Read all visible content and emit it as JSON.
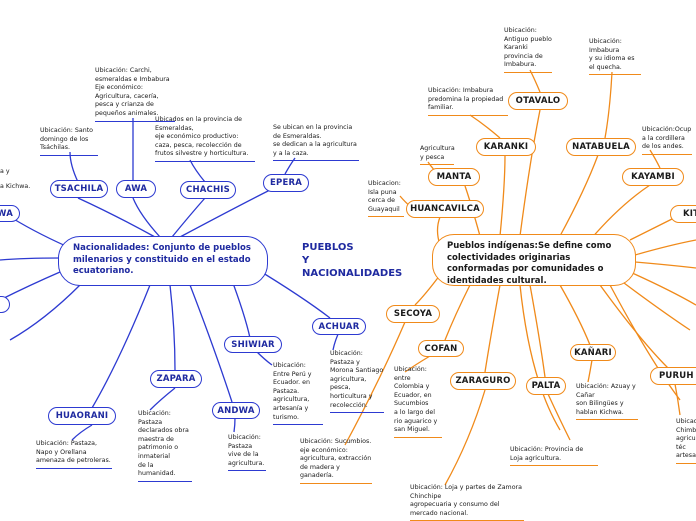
{
  "center": {
    "title": "PUEBLOS\nY\nNACIONALIDADES"
  },
  "nacionalidades": {
    "label": "Nacionalidades: Conjunto de pueblos milenarios y constituido en el estado ecuatoriano.",
    "nodes": {
      "tsachila": "TSACHILA",
      "awa": "AWA",
      "chachis": "CHACHIS",
      "epera": "EPERA",
      "achuar": "ACHUAR",
      "shiwiar": "SHIWIAR",
      "zapara": "ZAPARA",
      "andwa": "ANDWA",
      "huaorani": "HUAORANI",
      "kichwa_partial": "HWA"
    },
    "notes": {
      "tsachila": "Ubicación: Santo domingo de los Tsáchilas.",
      "awa": "Ubicación: Carchi, esmeraldas e Imbabura\nEje económico: Agricultura, cacería, pesca y crianza de pequeños animales.",
      "chachis": "Ubicados en la provincia de Esmeraldas,\neje económico productivo: caza, pesca, recolección de frutos silvestre y horticultura.",
      "epera": "Se ubican en la provincia de Esmeraldas.\nse dedican a la agricultura y a la caza.",
      "achuar": "Ubicación: Pastaza y Morona Santiago\nagricultura, pesca, horticultura y recolección.",
      "shiwiar": "Ubicación: Entre Perú y Ecuador. en Pastaza.\nagricultura, artesanía y turismo.",
      "zapara": "Ubicación: Pastaza declarados obra maestra de patrimonio o inmaterial\nde la humanidad.",
      "andwa": "Ubicación: Pastaza\nvive de la agricultura.",
      "huaorani": "Ubicación: Pastaza, Napo y Orellana\namenaza de petroleras.",
      "kichwa_partial_1": "a y",
      "kichwa_partial_2": "a Kichwa."
    }
  },
  "pueblos": {
    "label": "Pueblos indígenas:Se define como colectividades originarias conformadas por comunidades o identidades cultural.",
    "nodes": {
      "otavalo": "OTAVALO",
      "karanki": "KARANKI",
      "natabuela": "NATABUELA",
      "manta": "MANTA",
      "kayambi": "KAYAMBI",
      "huancavilca": "HUANCAVILCA",
      "kitu_partial": "KIT",
      "secoya": "SECOYA",
      "cofan": "COFAN",
      "zaraguro": "ZARAGURO",
      "palta": "PALTA",
      "kanari": "KAÑARI",
      "puruha_partial": "PURUH"
    },
    "notes": {
      "otavalo": "Ubicación: Antiguo pueblo Karanki provincia de Imbabura.",
      "karanki": "Ubicación: Imbabura predomina la propiedad familiar.",
      "natabuela": "Ubicación: Imbabura\ny su idioma es el quecha.",
      "kayambi": "Ubicación:Ocup a la cordillera de los andes.",
      "manta": "Agricultura y pesca",
      "huancavilca": "Ubicacion: Isla puna cerca de Guayaquil",
      "secoya": "Ubicación: Sucumbios. eje económico: agricultura, extracción de madera y ganadería.",
      "cofan": "Ubicación: entre Colombia y Ecuador, en Sucumbios\na lo largo del rio aguarico y san Miguel.",
      "zaraguro": "Ubicación: Loja y partes de Zamora Chinchipe\nagropecuaria y consumo del mercado nacional.",
      "palta": "Ubicación: Provincia de Loja agricultura.",
      "kanari": "Ubicación: Azuay y Cañar\nson Bilingües y hablan Kichwa.",
      "puruha": "Ubicación: Chimb agricultura y téc artesanales."
    }
  }
}
